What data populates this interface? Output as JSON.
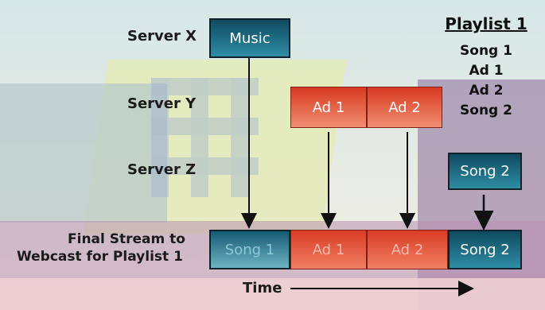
{
  "servers": {
    "x_label": "Server X",
    "y_label": "Server Y",
    "z_label": "Server Z"
  },
  "server_boxes": {
    "music": "Music",
    "ad1": "Ad 1",
    "ad2": "Ad 2",
    "song2": "Song 2"
  },
  "playlist": {
    "title": "Playlist 1",
    "items": [
      "Song 1",
      "Ad 1",
      "Ad 2",
      "Song 2"
    ]
  },
  "final_stream": {
    "label_line1": "Final Stream to",
    "label_line2": "Webcast for Playlist 1",
    "segments": [
      "Song 1",
      "Ad 1",
      "Ad 2",
      "Song 2"
    ]
  },
  "time_label": "Time",
  "colors": {
    "teal": "#1c6c84",
    "red": "#e24b32"
  }
}
